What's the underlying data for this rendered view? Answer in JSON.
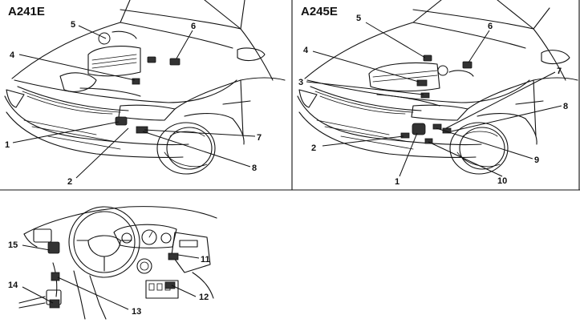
{
  "panels": {
    "top_left": {
      "title": "A241E",
      "callouts": [
        "1",
        "2",
        "4",
        "5",
        "6",
        "7",
        "8"
      ]
    },
    "top_right": {
      "title": "A245E",
      "callouts": [
        "1",
        "2",
        "3",
        "4",
        "5",
        "6",
        "7",
        "8",
        "9",
        "10"
      ]
    },
    "bottom": {
      "callouts": [
        "11",
        "12",
        "13",
        "14",
        "15"
      ]
    }
  }
}
